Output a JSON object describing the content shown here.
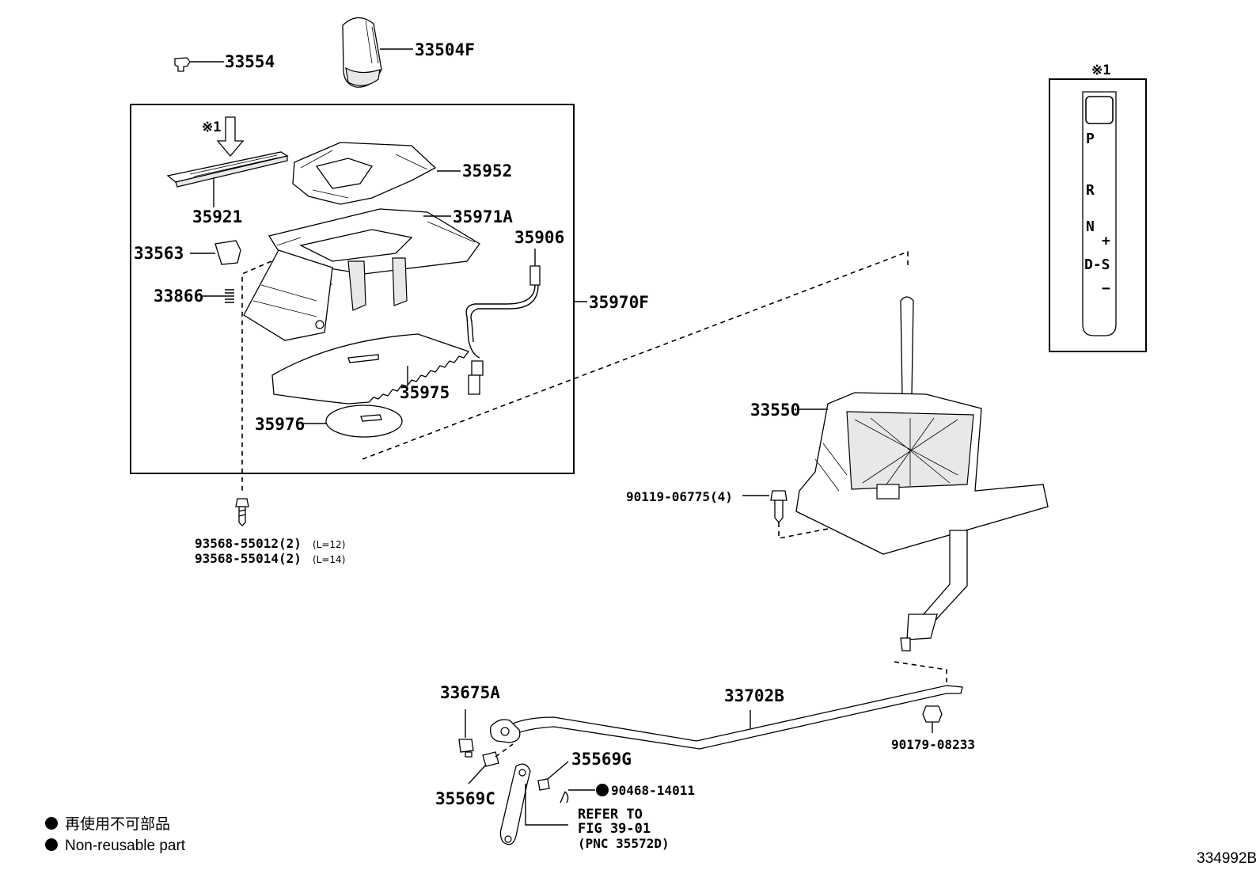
{
  "parts": {
    "p33554": "33554",
    "p33504F": "33504F",
    "p35952": "35952",
    "p35921": "35921",
    "p35971A": "35971A",
    "p35906": "35906",
    "p33563": "33563",
    "p33866": "33866",
    "p35970F": "35970F",
    "p35975": "35975",
    "p35976": "35976",
    "p93568a": "93568-55012(2)",
    "p93568a_len": "(L=12)",
    "p93568b": "93568-55014(2)",
    "p93568b_len": "(L=14)",
    "p33550": "33550",
    "p90119": "90119-06775(4)",
    "p33675A": "33675A",
    "p33702B": "33702B",
    "p90179": "90179-08233",
    "p35569G": "35569G",
    "p90468": "90468-14011",
    "p35569C": "35569C"
  },
  "notes": {
    "ref1": "※1",
    "ref2": "※1",
    "refer_line1": "REFER TO",
    "refer_line2": "FIG 39-01",
    "refer_line3": "(PNC 35572D)"
  },
  "gate": {
    "p": "P",
    "r": "R",
    "n": "N",
    "plus": "+",
    "ds": "D-S",
    "minus": "−"
  },
  "legend": {
    "jp": "再使用不可部品",
    "en": "Non-reusable part"
  },
  "figure_id": "334992B"
}
